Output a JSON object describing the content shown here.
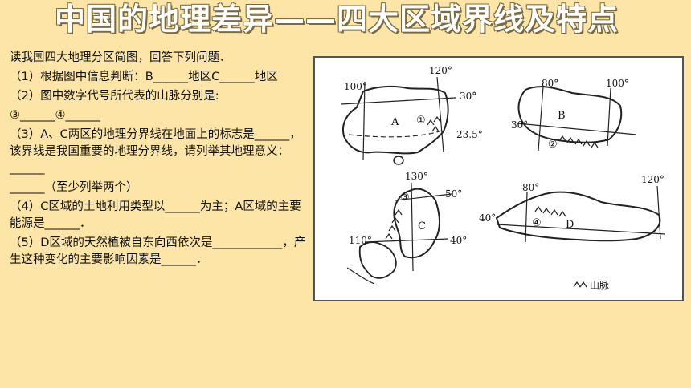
{
  "title": "中国的地理差异——四大区域界线及特点",
  "questions": {
    "intro": "读我国四大地理分区简图，回答下列问题．",
    "q1": "（1）根据图中信息判断：B______地区C______地区",
    "q2a": "（2）图中数字代号所代表的山脉分别是:",
    "q2b": "③______④______",
    "q3a": "（3）A、C两区的地理分界线在地面上的标志是______，该界线是我国重要的地理分界线，请列举其地理意义：______",
    "q3b": "______（至少列举两个）",
    "q4": "（4）C区域的土地利用类型以______为主；A区域的主要能源是______．",
    "q5": "（5）D区域的天然植被自东向西依次是____________，产生这种变化的主要影响因素是______．"
  },
  "map": {
    "region_a": {
      "label": "A",
      "lon1": "100°",
      "lon2": "120°",
      "lat1": "30°",
      "lat2": "23.5°",
      "mountain": "①"
    },
    "region_b": {
      "label": "B",
      "lon1": "80°",
      "lon2": "100°",
      "lat1": "30°",
      "mountain": "②"
    },
    "region_c": {
      "label": "C",
      "lon1": "130°",
      "lon2": "110°",
      "lat1": "50°",
      "lat2": "40°",
      "mountain": "③"
    },
    "region_d": {
      "label": "D",
      "lon1": "80°",
      "lon2": "120°",
      "lat1": "40°",
      "mountain": "④"
    },
    "legend": "山脉"
  }
}
